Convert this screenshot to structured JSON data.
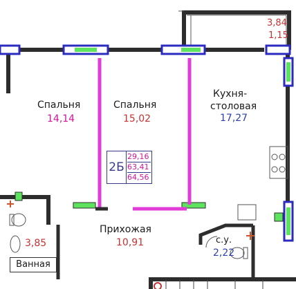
{
  "apartment": {
    "code": "2Б",
    "areas": [
      "29,16",
      "63,41",
      "64,56"
    ]
  },
  "rooms": {
    "bedroom1": {
      "name": "Спальня",
      "area": "14,14"
    },
    "bedroom2": {
      "name": "Спальня",
      "area": "15,02"
    },
    "kitchen": {
      "name_line1": "Кухня-",
      "name_line2": "столовая",
      "area": "17,27"
    },
    "hallway": {
      "name": "Прихожая",
      "area": "10,91"
    },
    "bathroom": {
      "name": "Ванная",
      "area": "3,85"
    },
    "wc": {
      "name": "с.у.",
      "area": "2,22"
    },
    "balcony": {
      "area_total": "3,84",
      "area_reduced": "1,15"
    }
  },
  "colors": {
    "wall": "#2d2d2d",
    "window_frame": "#2b2bbf",
    "window_glass": "#5de35d",
    "partition": "#e13bd8",
    "door_marker": "#d0542a"
  }
}
